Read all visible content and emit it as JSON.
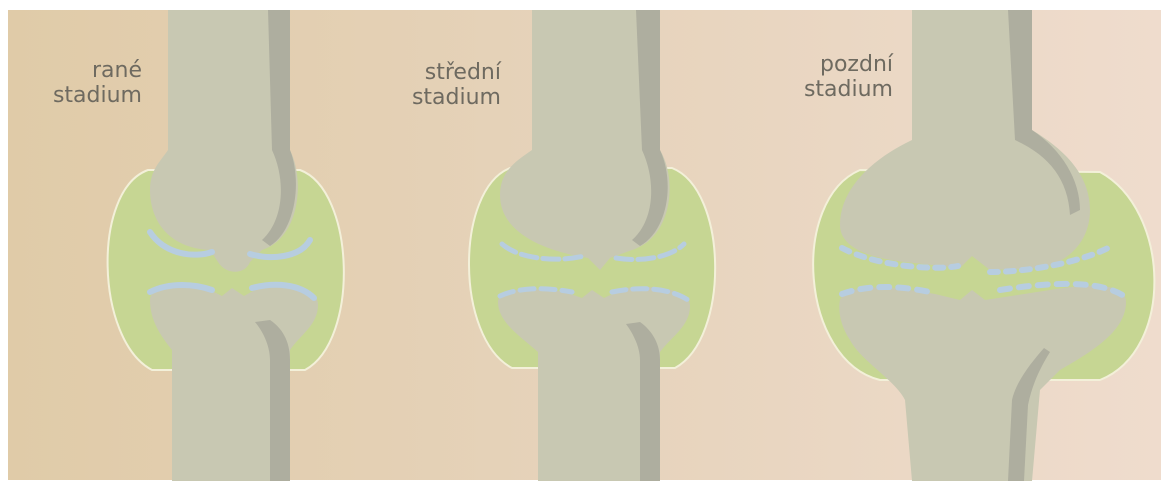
{
  "stages": [
    {
      "line1": "rané",
      "line2": "stadium"
    },
    {
      "line1": "střední",
      "line2": "stadium"
    },
    {
      "line1": "pozdní",
      "line2": "stadium"
    }
  ],
  "colors": {
    "background_left": "#e2cdac",
    "background_right": "#efdccd",
    "bone_fill": "#c8c8b2",
    "bone_shadow": "#a9a99c",
    "synovial_fluid": "#c4d48f",
    "capsule_outline": "#f3f0d9",
    "cartilage_blue": "#b7cde0"
  }
}
